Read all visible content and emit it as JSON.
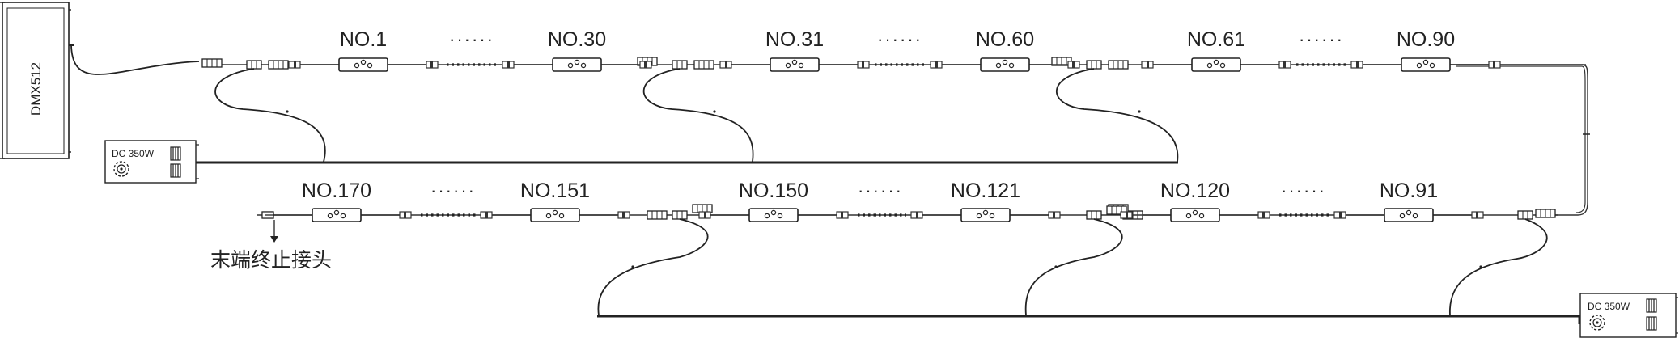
{
  "controller": {
    "label": "DMX512"
  },
  "power_supplies": [
    {
      "id": "psu-1",
      "label": "DC  350W"
    },
    {
      "id": "psu-2",
      "label": "DC  350W"
    }
  ],
  "ellipsis": "······",
  "row1": {
    "segments": [
      {
        "first": "NO.1",
        "last": "NO.30"
      },
      {
        "first": "NO.31",
        "last": "NO.60"
      },
      {
        "first": "NO.61",
        "last": "NO.90"
      }
    ]
  },
  "row2": {
    "segments": [
      {
        "first": "NO.170",
        "last": "NO.151"
      },
      {
        "first": "NO.150",
        "last": "NO.121"
      },
      {
        "first": "NO.120",
        "last": "NO.91"
      }
    ]
  },
  "end_cap": {
    "label": "末端终止接头"
  }
}
